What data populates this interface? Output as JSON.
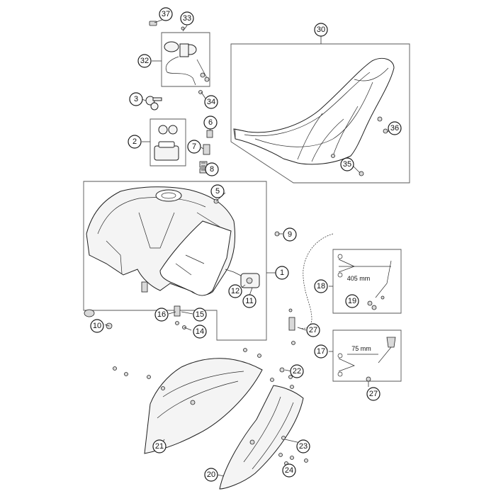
{
  "callouts": {
    "c1": "1",
    "c2": "2",
    "c3": "3",
    "c5": "5",
    "c6": "6",
    "c7": "7",
    "c8": "8",
    "c9": "9",
    "c10": "10",
    "c11": "11",
    "c12": "12",
    "c14": "14",
    "c15": "15",
    "c16": "16",
    "c17": "17",
    "c18": "18",
    "c19": "19",
    "c20": "20",
    "c21": "21",
    "c22": "22",
    "c23": "23",
    "c24": "24",
    "c27a": "27",
    "c27b": "27",
    "c30": "30",
    "c32": "32",
    "c33": "33",
    "c34": "34",
    "c35": "35",
    "c36": "36",
    "c37": "37"
  },
  "measurements": {
    "hose_length": "405 mm",
    "short_hose_length": "75 mm"
  }
}
